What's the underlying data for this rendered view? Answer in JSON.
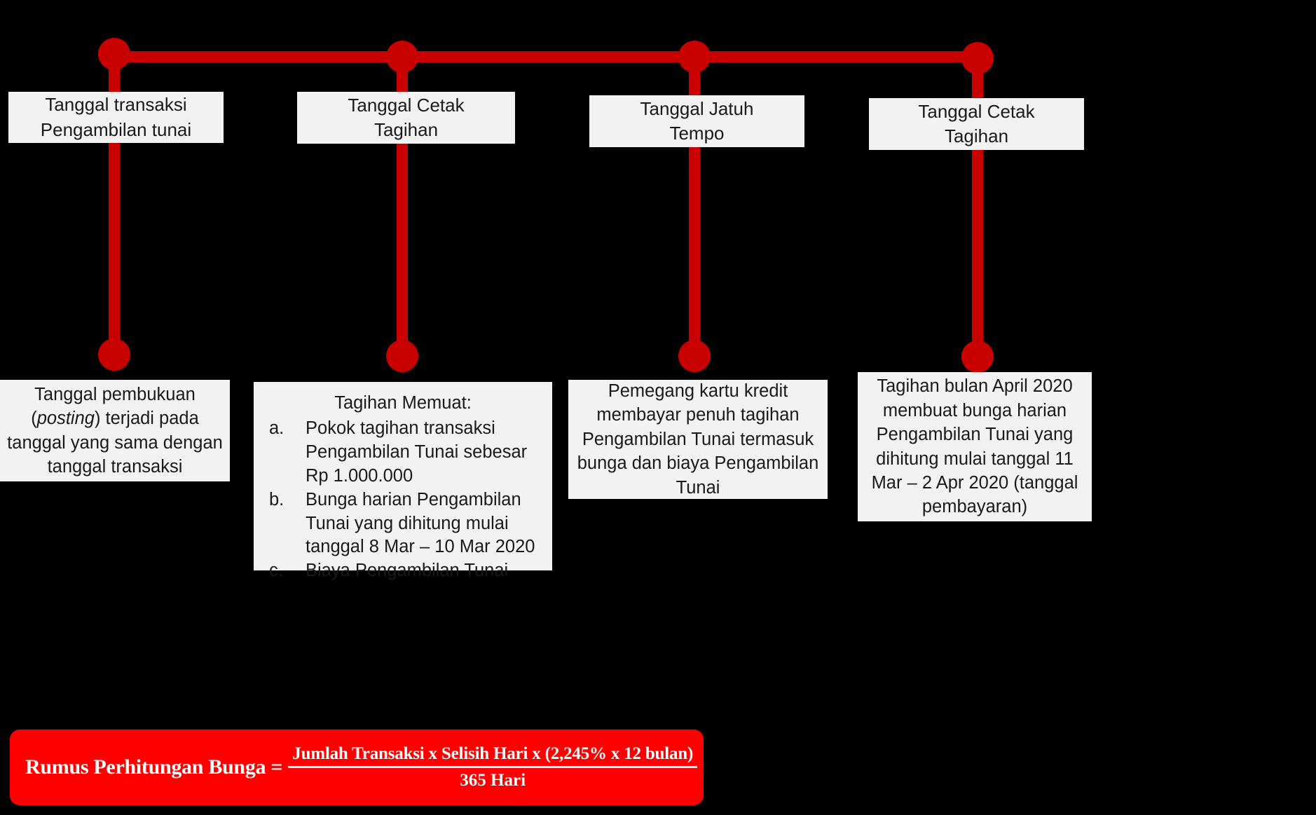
{
  "theme": {
    "background": "#000000",
    "accent_red": "#C80000",
    "banner_red": "#FF0000",
    "card_bg": "#F2F2F2",
    "card_text": "#1a1a1a",
    "banner_text": "#FFFFFF"
  },
  "timeline": {
    "nodes": [
      {
        "id": "node-1",
        "top_label_lines": [
          "Tanggal transaksi",
          "Pengambilan tunai"
        ],
        "bottom_lines": [
          "Tanggal pembukuan",
          "(posting) terjadi pada",
          "tanggal yang sama dengan",
          "tanggal transaksi"
        ],
        "italic_word": "posting"
      },
      {
        "id": "node-2",
        "top_label_lines": [
          "Tanggal Cetak",
          "Tagihan"
        ],
        "list": {
          "title": "Tagihan Memuat:",
          "items": [
            {
              "marker": "a.",
              "text": "Pokok tagihan transaksi Pengambilan Tunai sebesar Rp 1.000.000"
            },
            {
              "marker": "b.",
              "text": "Bunga harian Pengambilan Tunai yang dihitung mulai tanggal 8 Mar – 10 Mar 2020"
            },
            {
              "marker": "c.",
              "text": "Biaya Pengambilan Tunai"
            }
          ]
        }
      },
      {
        "id": "node-3",
        "top_label_lines": [
          "Tanggal Jatuh",
          "Tempo"
        ],
        "bottom_lines": [
          "Pemegang kartu kredit",
          "membayar penuh tagihan",
          "Pengambilan Tunai termasuk",
          "bunga dan biaya Pengambilan",
          "Tunai"
        ]
      },
      {
        "id": "node-4",
        "top_label_lines": [
          "Tanggal Cetak",
          "Tagihan"
        ],
        "bottom_lines": [
          "Tagihan bulan April 2020",
          "membuat bunga harian",
          "Pengambilan Tunai yang",
          "dihitung mulai tanggal 11",
          "Mar – 2 Apr 2020 (tanggal",
          "pembayaran)"
        ]
      }
    ]
  },
  "formula": {
    "label": "Rumus Perhitungan Bunga =",
    "numerator": "Jumlah Transaksi x Selisih Hari x (2,245% x 12 bulan)",
    "denominator": "365 Hari"
  }
}
